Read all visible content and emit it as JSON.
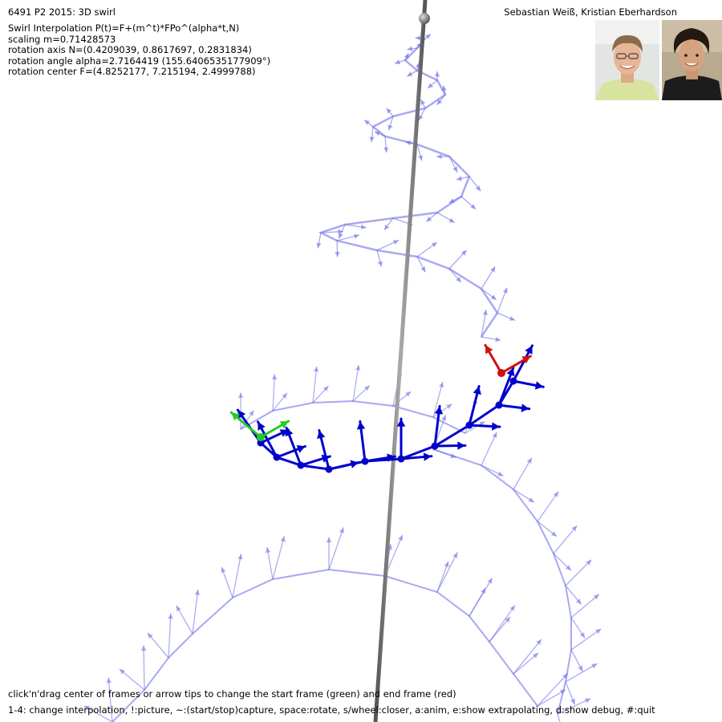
{
  "window": {
    "title": "6491 P2 2015: 3D swirl",
    "authors": "Sebastian Weiß, Kristian Eberhardson"
  },
  "info": {
    "lines": [
      "Swirl Interpolation P(t)=F+(m^t)*FPo^(alpha*t,N)",
      "scaling m=0.71428573",
      "rotation axis N=(0.4209039, 0.8617697, 0.2831834)",
      "rotation angle alpha=2.7164419 (155.6406535177909°)",
      "rotation center F=(4.8252177, 7.215194, 2.4999788)"
    ]
  },
  "help": {
    "line1": "click'n'drag center of frames or arrow tips to change the start frame (green) and end frame (red)",
    "line2": "1-4: change interpolation, !:picture, ~:(start/stop)capture, space:rotate, s/wheel:closer, a:anim, e:show extrapolating, d:show debug, #:quit"
  },
  "colors": {
    "background": "#ffffff",
    "start_frame": "#22cc22",
    "end_frame": "#d01010",
    "interpolated_frames": "#0000cc",
    "extrapolated_frames": "#7070e8",
    "rotation_axis": "#777777"
  },
  "photos": {
    "left": "author-photo-sebastian",
    "right": "author-photo-kristian"
  }
}
